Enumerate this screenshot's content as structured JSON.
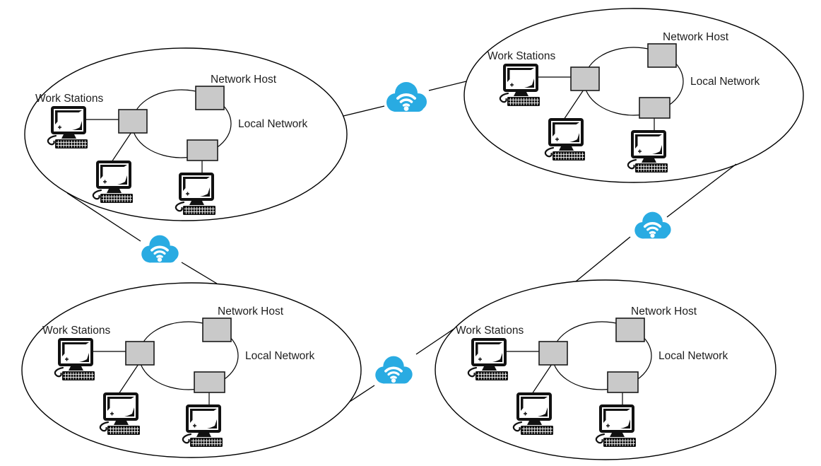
{
  "colors": {
    "background": "#FFFFFF",
    "cloud": "#29ABE2",
    "node_fill": "#C9C9C9",
    "node_stroke": "#1A1A1A",
    "line": "#000000",
    "text": "#1E1E1E"
  },
  "networks": [
    {
      "id": "top-left",
      "labels": {
        "work_stations": "Work Stations",
        "network_host": "Network Host",
        "local_network": "Local Network"
      },
      "devices": {
        "workstations": 3,
        "switch_nodes": 3
      }
    },
    {
      "id": "top-right",
      "labels": {
        "work_stations": "Work Stations",
        "network_host": "Network Host",
        "local_network": "Local Network"
      },
      "devices": {
        "workstations": 3,
        "switch_nodes": 3
      }
    },
    {
      "id": "bottom-left",
      "labels": {
        "work_stations": "Work Stations",
        "network_host": "Network Host",
        "local_network": "Local Network"
      },
      "devices": {
        "workstations": 3,
        "switch_nodes": 3
      }
    },
    {
      "id": "bottom-right",
      "labels": {
        "work_stations": "Work Stations",
        "network_host": "Network Host",
        "local_network": "Local Network"
      },
      "devices": {
        "workstations": 3,
        "switch_nodes": 3
      }
    }
  ],
  "clouds": [
    {
      "id": "top",
      "icon": "wifi-cloud-icon"
    },
    {
      "id": "left",
      "icon": "wifi-cloud-icon"
    },
    {
      "id": "right",
      "icon": "wifi-cloud-icon"
    },
    {
      "id": "bottom",
      "icon": "wifi-cloud-icon"
    }
  ]
}
